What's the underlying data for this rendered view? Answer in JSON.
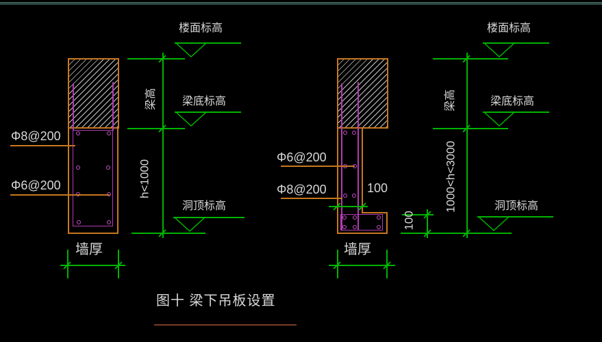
{
  "drawing": {
    "title": "图十 梁下吊板设置",
    "colors": {
      "background": "#000000",
      "annotation_green": "#00b400",
      "structure_orange": "#c87820",
      "rebar_magenta": "#d050d0",
      "text_gray": "#d8d8d8",
      "title_underline_red": "#7a3a2a"
    },
    "left_figure": {
      "floor_level_label": "楼面标高",
      "beam_bottom_level_label": "梁底标高",
      "hole_top_level_label": "洞顶标高",
      "beam_height_label": "梁高",
      "panel_height_range": "h<1000",
      "rebar_label_top": "Φ8@200",
      "rebar_label_bottom": "Φ6@200",
      "wall_thickness_label": "墙厚"
    },
    "right_figure": {
      "floor_level_label": "楼面标高",
      "beam_bottom_level_label": "梁底标高",
      "hole_top_level_label": "洞顶标高",
      "beam_height_label": "梁高",
      "panel_height_range": "1000<h<3000",
      "rebar_label_top": "Φ6@200",
      "rebar_label_bottom": "Φ8@200",
      "stem_width_dim": "100",
      "foot_height_dim": "100",
      "wall_thickness_label": "墙厚"
    }
  }
}
